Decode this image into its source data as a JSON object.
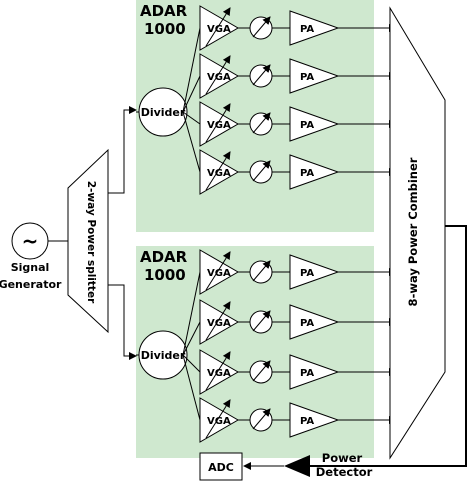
{
  "colors": {
    "board": "#cfe8cf",
    "line": "#000000",
    "block": "#ffffff"
  },
  "blocks": {
    "signal_generator": {
      "symbol": "~",
      "label_line1": "Signal",
      "label_line2": "Generator"
    },
    "splitter": {
      "label": "2-way Power splitter"
    },
    "board_top": {
      "label_line1": "ADAR",
      "label_line2": "1000"
    },
    "board_bottom": {
      "label_line1": "ADAR",
      "label_line2": "1000"
    },
    "divider": {
      "label": "Divider"
    },
    "vga": {
      "label": "VGA"
    },
    "pa": {
      "label": "PA"
    },
    "combiner": {
      "label": "8-way Power Combiner"
    },
    "power_detector": {
      "label_line1": "Power",
      "label_line2": "Detector"
    },
    "adc": {
      "label": "ADC"
    }
  },
  "chains_per_board": 4
}
